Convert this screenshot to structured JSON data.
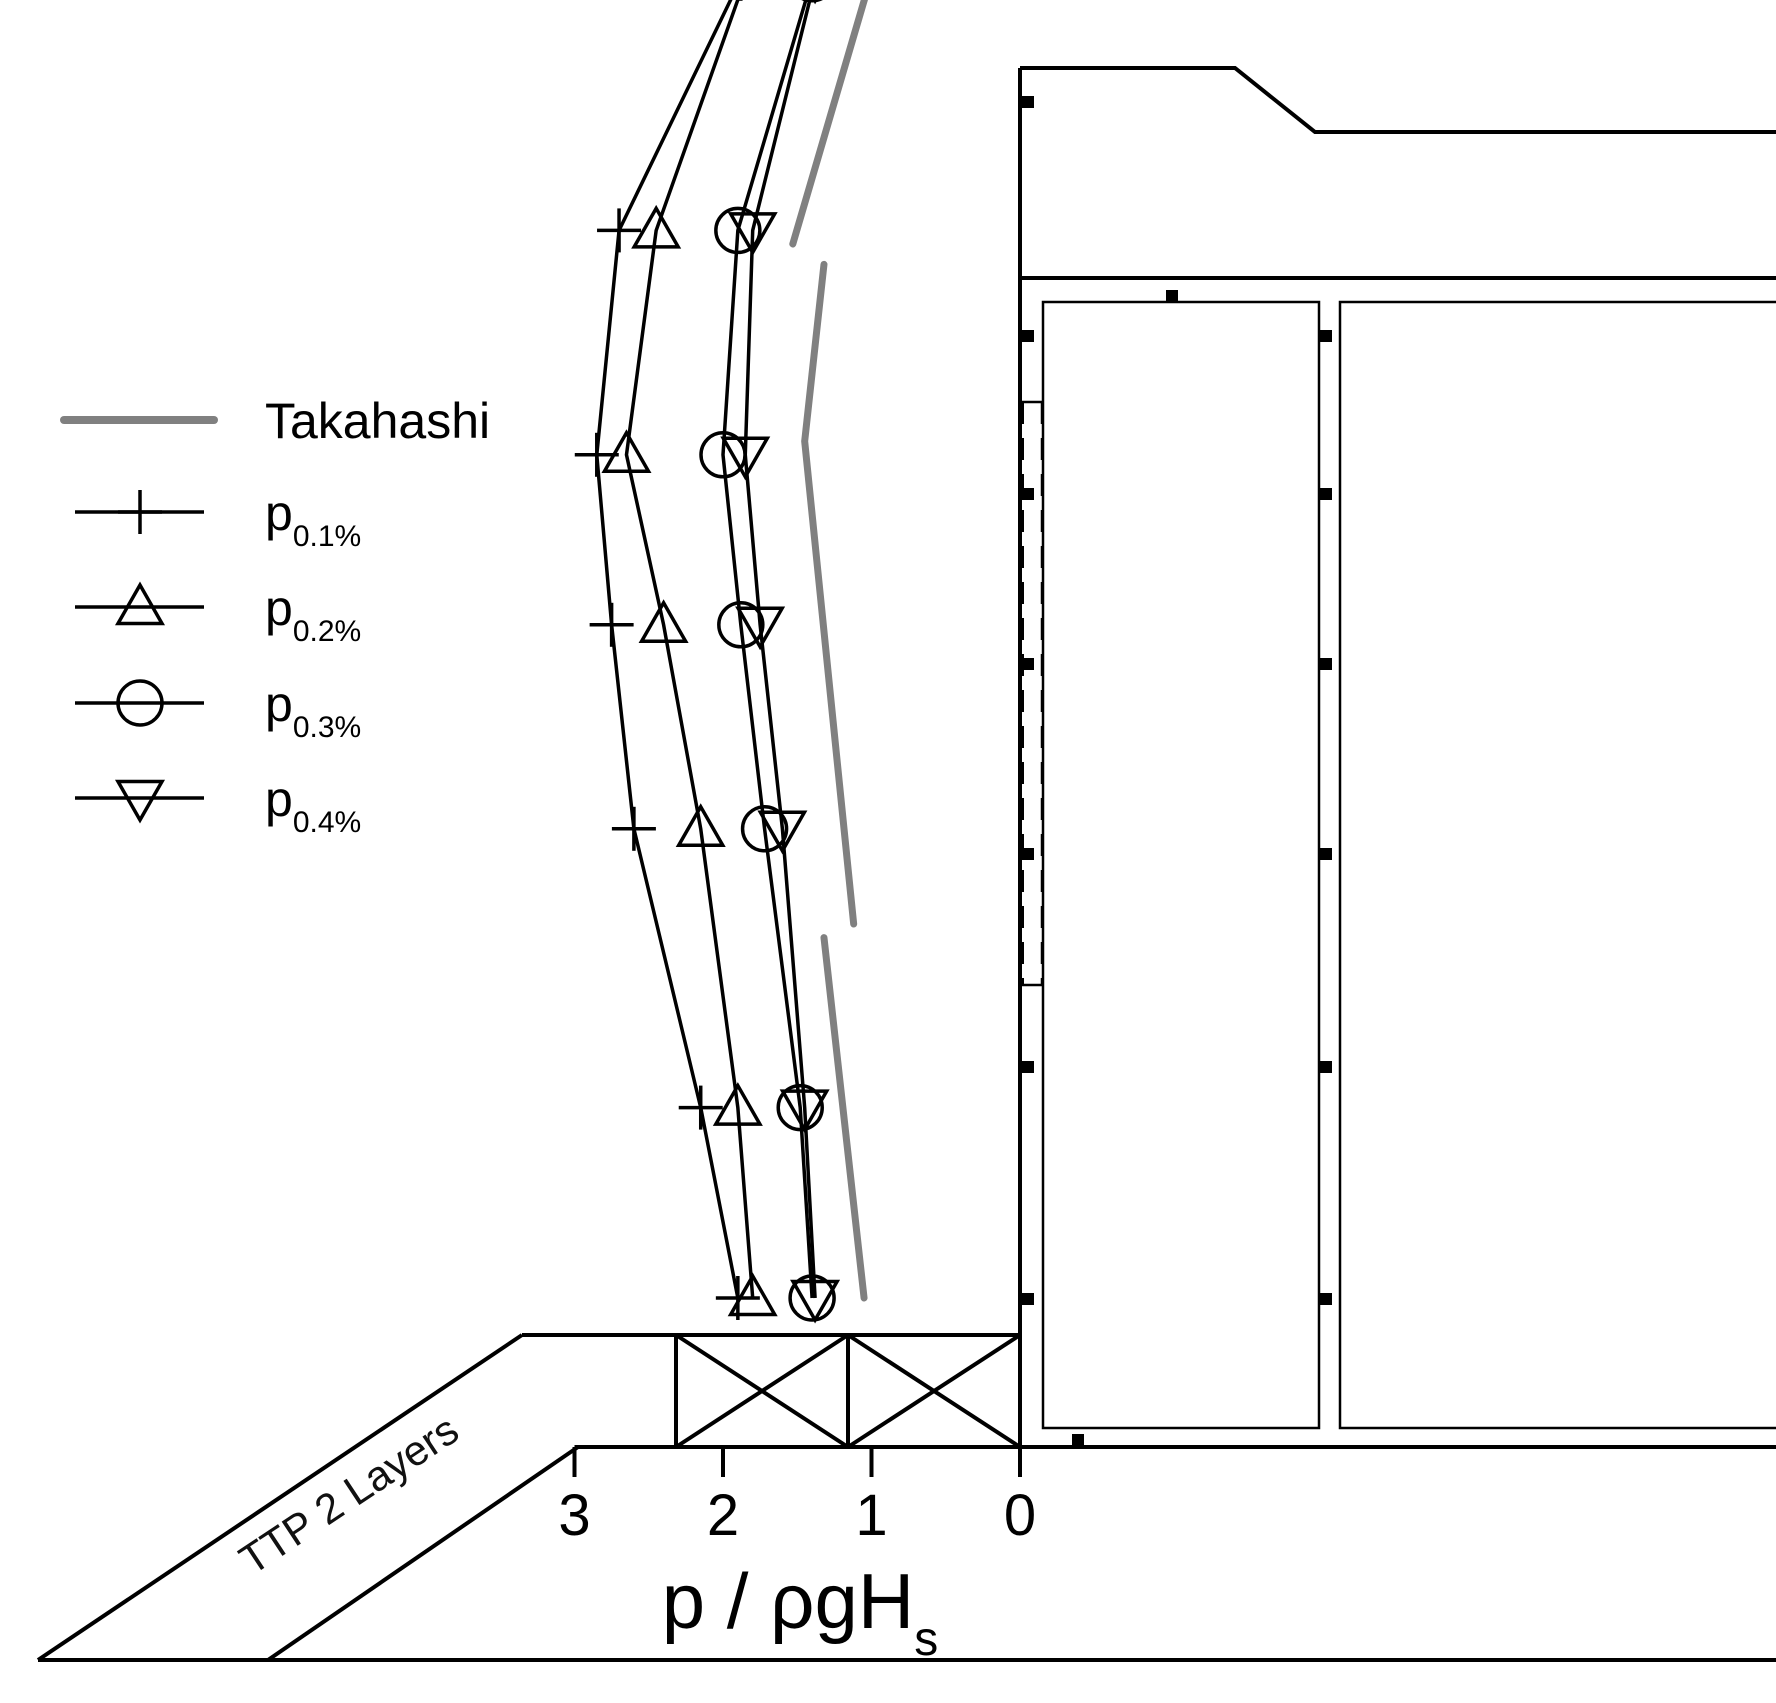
{
  "chart_data": {
    "type": "line",
    "xlabel": "p / ρgH",
    "xlabel_sub": "s",
    "x_ticks": [
      "3",
      "2",
      "1",
      "0"
    ],
    "xlim": [
      3,
      0
    ],
    "x_inverted": true,
    "grid": false,
    "legend_placement": "left",
    "series": [
      {
        "name": "Takahashi",
        "marker": "none",
        "color": "#808080",
        "segments": [
          [
            [
              1.02,
              9.95
            ],
            [
              1.53,
              8.05
            ]
          ],
          [
            [
              1.32,
              7.9
            ],
            [
              1.45,
              6.6
            ],
            [
              1.12,
              3.05
            ]
          ],
          [
            [
              1.32,
              2.95
            ],
            [
              1.05,
              0.3
            ]
          ]
        ]
      },
      {
        "name": "p",
        "sub": "0.1%",
        "marker": "plus",
        "color": "#000000",
        "points": [
          [
            1.88,
            10.0
          ],
          [
            2.7,
            8.15
          ],
          [
            2.85,
            6.5
          ],
          [
            2.75,
            5.25
          ],
          [
            2.6,
            3.75
          ],
          [
            2.15,
            1.7
          ],
          [
            1.9,
            0.3
          ]
        ]
      },
      {
        "name": "p",
        "sub": "0.2%",
        "marker": "triangle-up",
        "color": "#000000",
        "points": [
          [
            1.85,
            10.0
          ],
          [
            2.45,
            8.15
          ],
          [
            2.65,
            6.5
          ],
          [
            2.4,
            5.25
          ],
          [
            2.15,
            3.75
          ],
          [
            1.9,
            1.7
          ],
          [
            1.8,
            0.3
          ]
        ]
      },
      {
        "name": "p",
        "sub": "0.3%",
        "marker": "circle",
        "color": "#000000",
        "points": [
          [
            1.4,
            10.0
          ],
          [
            1.9,
            8.15
          ],
          [
            2.0,
            6.5
          ],
          [
            1.88,
            5.25
          ],
          [
            1.72,
            3.75
          ],
          [
            1.48,
            1.7
          ],
          [
            1.4,
            0.3
          ]
        ]
      },
      {
        "name": "p",
        "sub": "0.4%",
        "marker": "triangle-down",
        "color": "#000000",
        "points": [
          [
            1.38,
            10.0
          ],
          [
            1.8,
            8.15
          ],
          [
            1.85,
            6.5
          ],
          [
            1.75,
            5.25
          ],
          [
            1.6,
            3.75
          ],
          [
            1.45,
            1.7
          ],
          [
            1.38,
            0.3
          ]
        ]
      }
    ]
  },
  "diagram": {
    "ttp_label": "TTP 2 Layers"
  }
}
